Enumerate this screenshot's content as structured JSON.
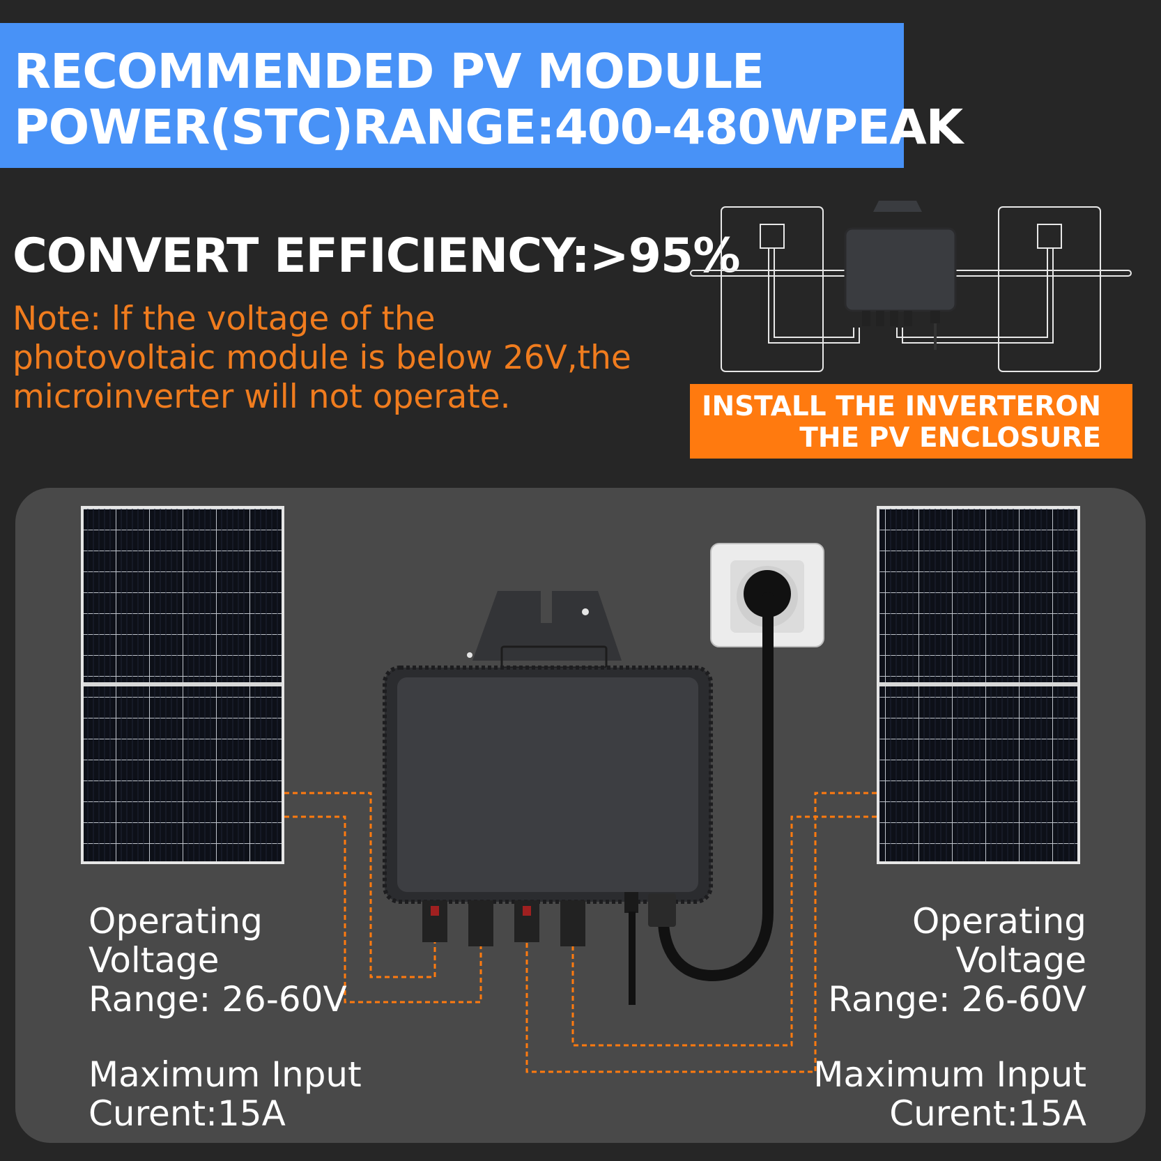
{
  "banner": {
    "line1": "RECOMMENDED PV MODULE",
    "line2": "POWER(STC)RANGE:400-480WPEAK"
  },
  "efficiency": "CONVERT EFFICIENCY:>95%",
  "note": "Note: lf the voltage of the photovoltaic module is below 26V,the microinverter will not operate.",
  "install": {
    "line1": "INSTALL THE INVERTERON",
    "line2": "THE PV ENCLOSURE"
  },
  "left_spec": {
    "voltage_l1": "Operating",
    "voltage_l2": "Voltage",
    "voltage_l3": "Range: 26-60V",
    "current_l1": "Maximum Input",
    "current_l2": "Curent:15A"
  },
  "right_spec": {
    "voltage_l1": "Operating",
    "voltage_l2": "Voltage",
    "voltage_l3": "Range: 26-60V",
    "current_l1": "Maximum Input",
    "current_l2": "Curent:15A"
  },
  "colors": {
    "banner_blue": "#4892f7",
    "accent_orange": "#ff7a0f",
    "note_orange": "#f07c1e",
    "background": "#262626",
    "panel_gray": "#494949"
  },
  "icons": [
    "solar-panel-icon",
    "microinverter-icon",
    "wall-socket-icon",
    "cable-icon"
  ]
}
